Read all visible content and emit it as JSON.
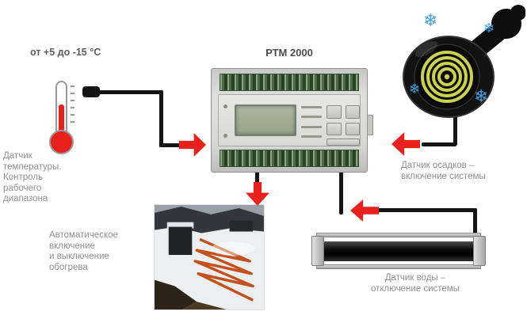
{
  "labels": {
    "temp_range": "от +5 до -15 °C",
    "controller_title": "РТМ 2000",
    "temp_sensor": "Датчик\nтемпературы.\nКонтроль\nрабочего\nдиапазона",
    "auto_switch": "Автоматическое\nвключение\nи выключение\nобогрева",
    "precip_sensor": "Датчик осадков –\nвключение системы",
    "water_sensor": "Датчик воды –\nотключение системы"
  },
  "icons": {
    "snowflake_glyph": "❄"
  },
  "colors": {
    "arrow_red": "#e8211d",
    "cable_black": "#141414",
    "label_grey": "#8f8f8f",
    "snowflake_blue": "#45a1de",
    "heater_ring": "#c9d34b",
    "heating_cable_orange": "#c2511d"
  }
}
